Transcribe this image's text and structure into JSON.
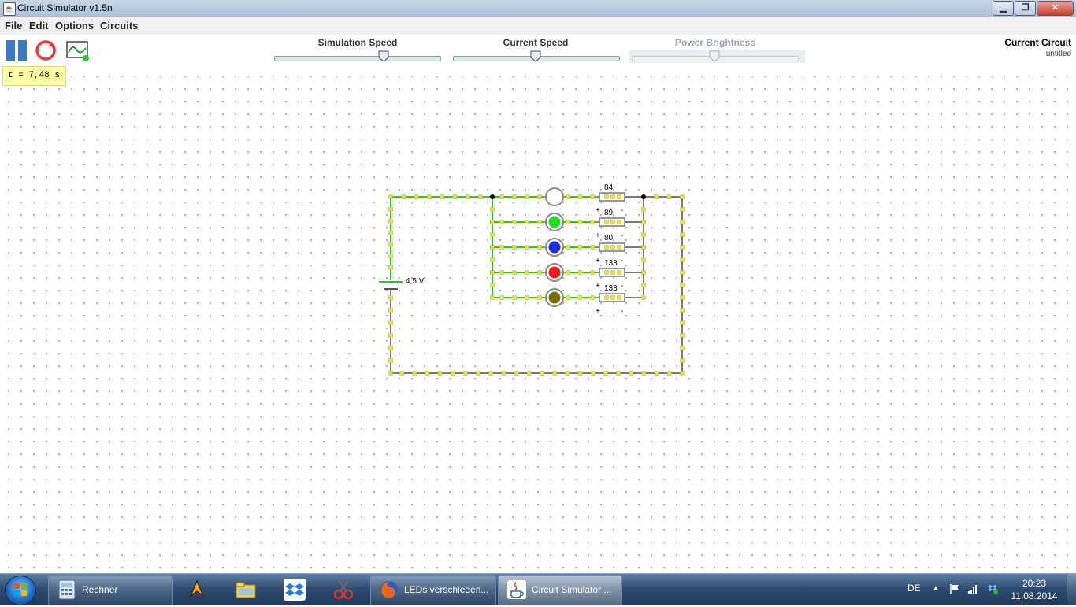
{
  "window": {
    "title": "Circuit Simulator v1.5n",
    "min_glyph": "▁",
    "max_glyph": "❐",
    "close_glyph": "✕"
  },
  "menu": {
    "items": [
      "File",
      "Edit",
      "Options",
      "Circuits"
    ]
  },
  "toolbar": {
    "icons": [
      "pause-icon",
      "reset-icon",
      "scope-icon"
    ],
    "sliders": [
      {
        "label": "Simulation Speed",
        "value": 0.66,
        "enabled": true
      },
      {
        "label": "Current Speed",
        "value": 0.5,
        "enabled": true
      },
      {
        "label": "Power Brightness",
        "value": 0.5,
        "enabled": false
      }
    ],
    "current_circuit_label": "Current Circuit",
    "circuit_name": "untitled"
  },
  "time_display": "t = 7,48 s",
  "circuit": {
    "battery_label": "4,5 V",
    "branches": [
      {
        "led_color": "#ffffff",
        "resistor": "84"
      },
      {
        "led_color": "#22dd22",
        "resistor": "89"
      },
      {
        "led_color": "#1a2ee0",
        "resistor": "80"
      },
      {
        "led_color": "#ee1c1c",
        "resistor": "133"
      },
      {
        "led_color": "#7a7000",
        "resistor": "133"
      }
    ],
    "colors": {
      "wire_live": "#22cc22",
      "wire_zero": "#7a7a7a",
      "dot": "#e8e04a"
    }
  },
  "taskbar": {
    "buttons": [
      {
        "label": "Rechner",
        "icon": "calculator-icon",
        "active": false
      },
      {
        "label": "LEDs verschieden...",
        "icon": "firefox-icon",
        "active": false
      },
      {
        "label": "Circuit Simulator ...",
        "icon": "java-icon",
        "active": true
      }
    ],
    "pinned": [
      "winamp-icon",
      "explorer-icon",
      "dropbox-icon",
      "snipping-tool-icon"
    ],
    "tray": {
      "lang": "DE",
      "time": "20:23",
      "date": "11.08.2014"
    }
  }
}
